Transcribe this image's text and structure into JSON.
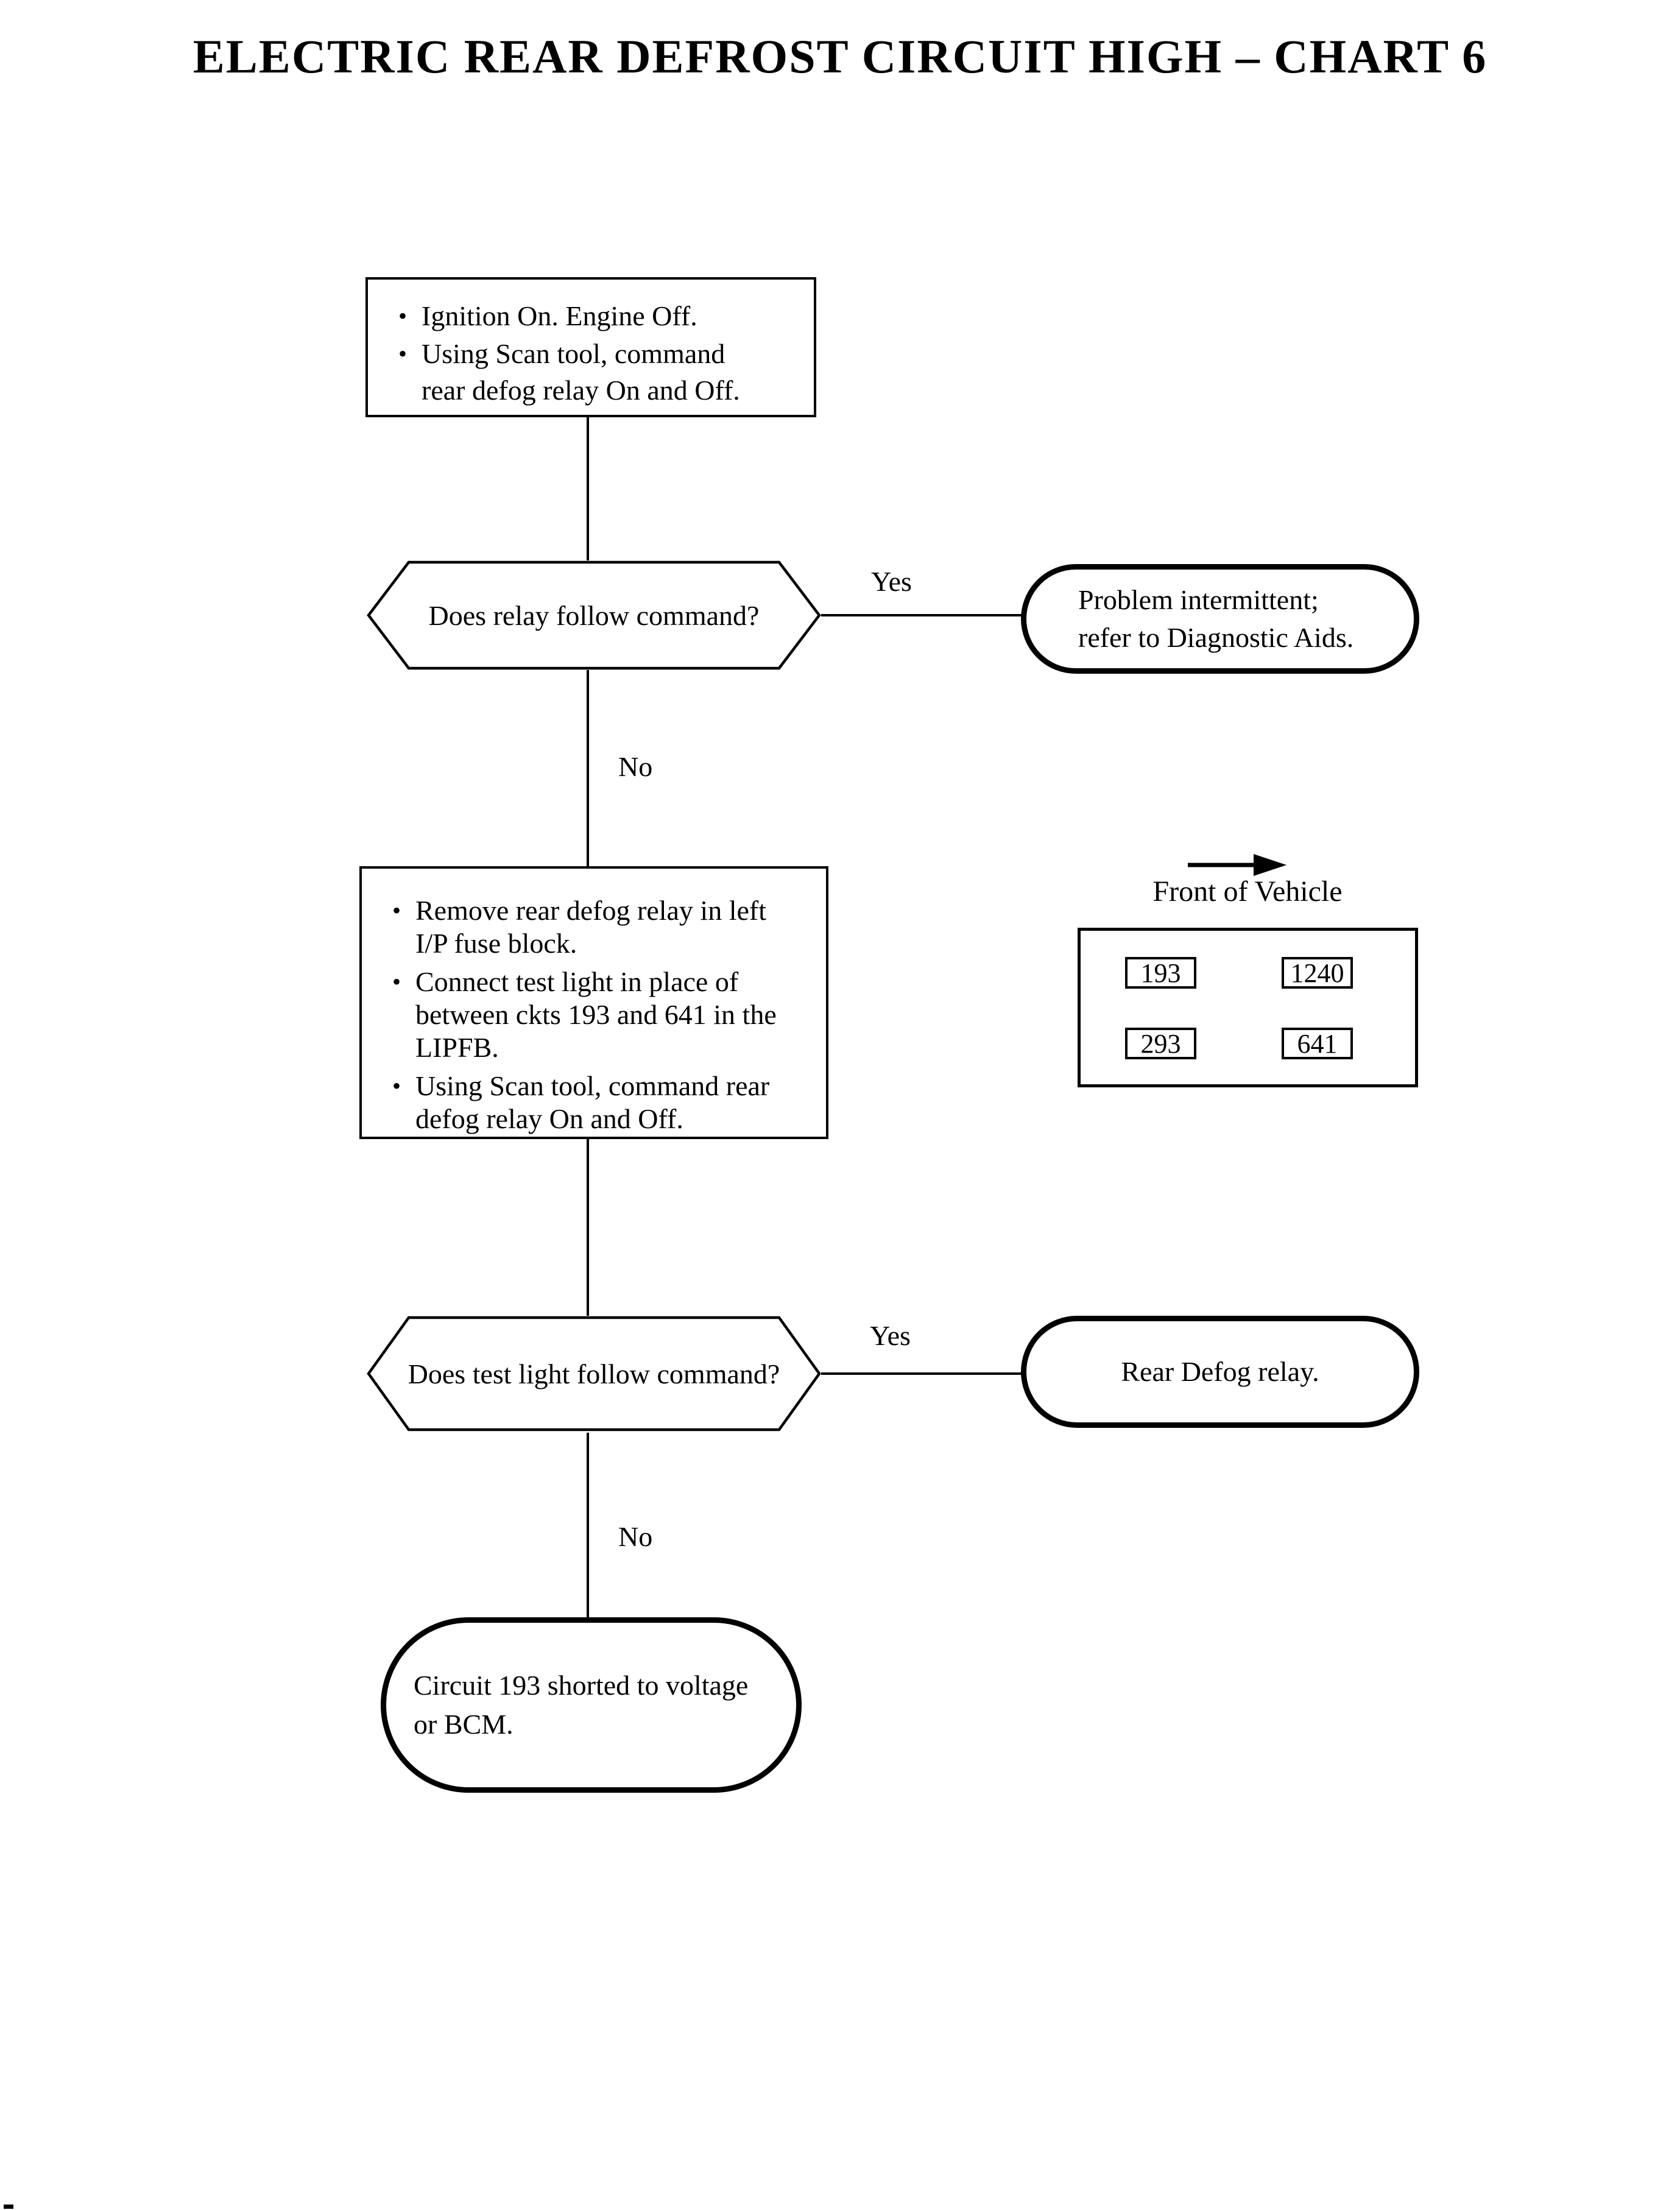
{
  "page": {
    "title": "ELECTRIC REAR DEFROST CIRCUIT HIGH – CHART 6"
  },
  "chars": {
    "bullet": "•"
  },
  "nodes": {
    "start": {
      "bullets": [
        {
          "lines": [
            "Ignition On. Engine Off."
          ]
        },
        {
          "lines": [
            "Using Scan tool, command",
            "rear defog relay On and Off."
          ]
        }
      ]
    },
    "decision1": {
      "question": "Does relay follow command?",
      "yes": "Yes",
      "no": "No"
    },
    "terminal_intermittent": {
      "lines": [
        "Problem intermittent;",
        "refer to Diagnostic Aids."
      ]
    },
    "step2": {
      "bullets": [
        {
          "lines": [
            "Remove rear defog relay in left",
            "I/P fuse block."
          ]
        },
        {
          "lines": [
            "Connect test light in place of",
            "between ckts 193 and 641 in the",
            "LIPFB."
          ]
        },
        {
          "lines": [
            "Using Scan tool, command rear",
            "defog relay On and Off."
          ]
        }
      ]
    },
    "decision2": {
      "question": "Does test light follow command?",
      "yes": "Yes",
      "no": "No"
    },
    "terminal_relay": {
      "lines": [
        "Rear Defog relay."
      ]
    },
    "terminal_circuit": {
      "lines": [
        "Circuit 193 shorted to voltage",
        "or BCM."
      ]
    }
  },
  "relay_inset": {
    "direction_label": "Front of Vehicle",
    "pins": {
      "top_left": "193",
      "top_right": "1240",
      "bottom_left": "293",
      "bottom_right": "641"
    }
  }
}
